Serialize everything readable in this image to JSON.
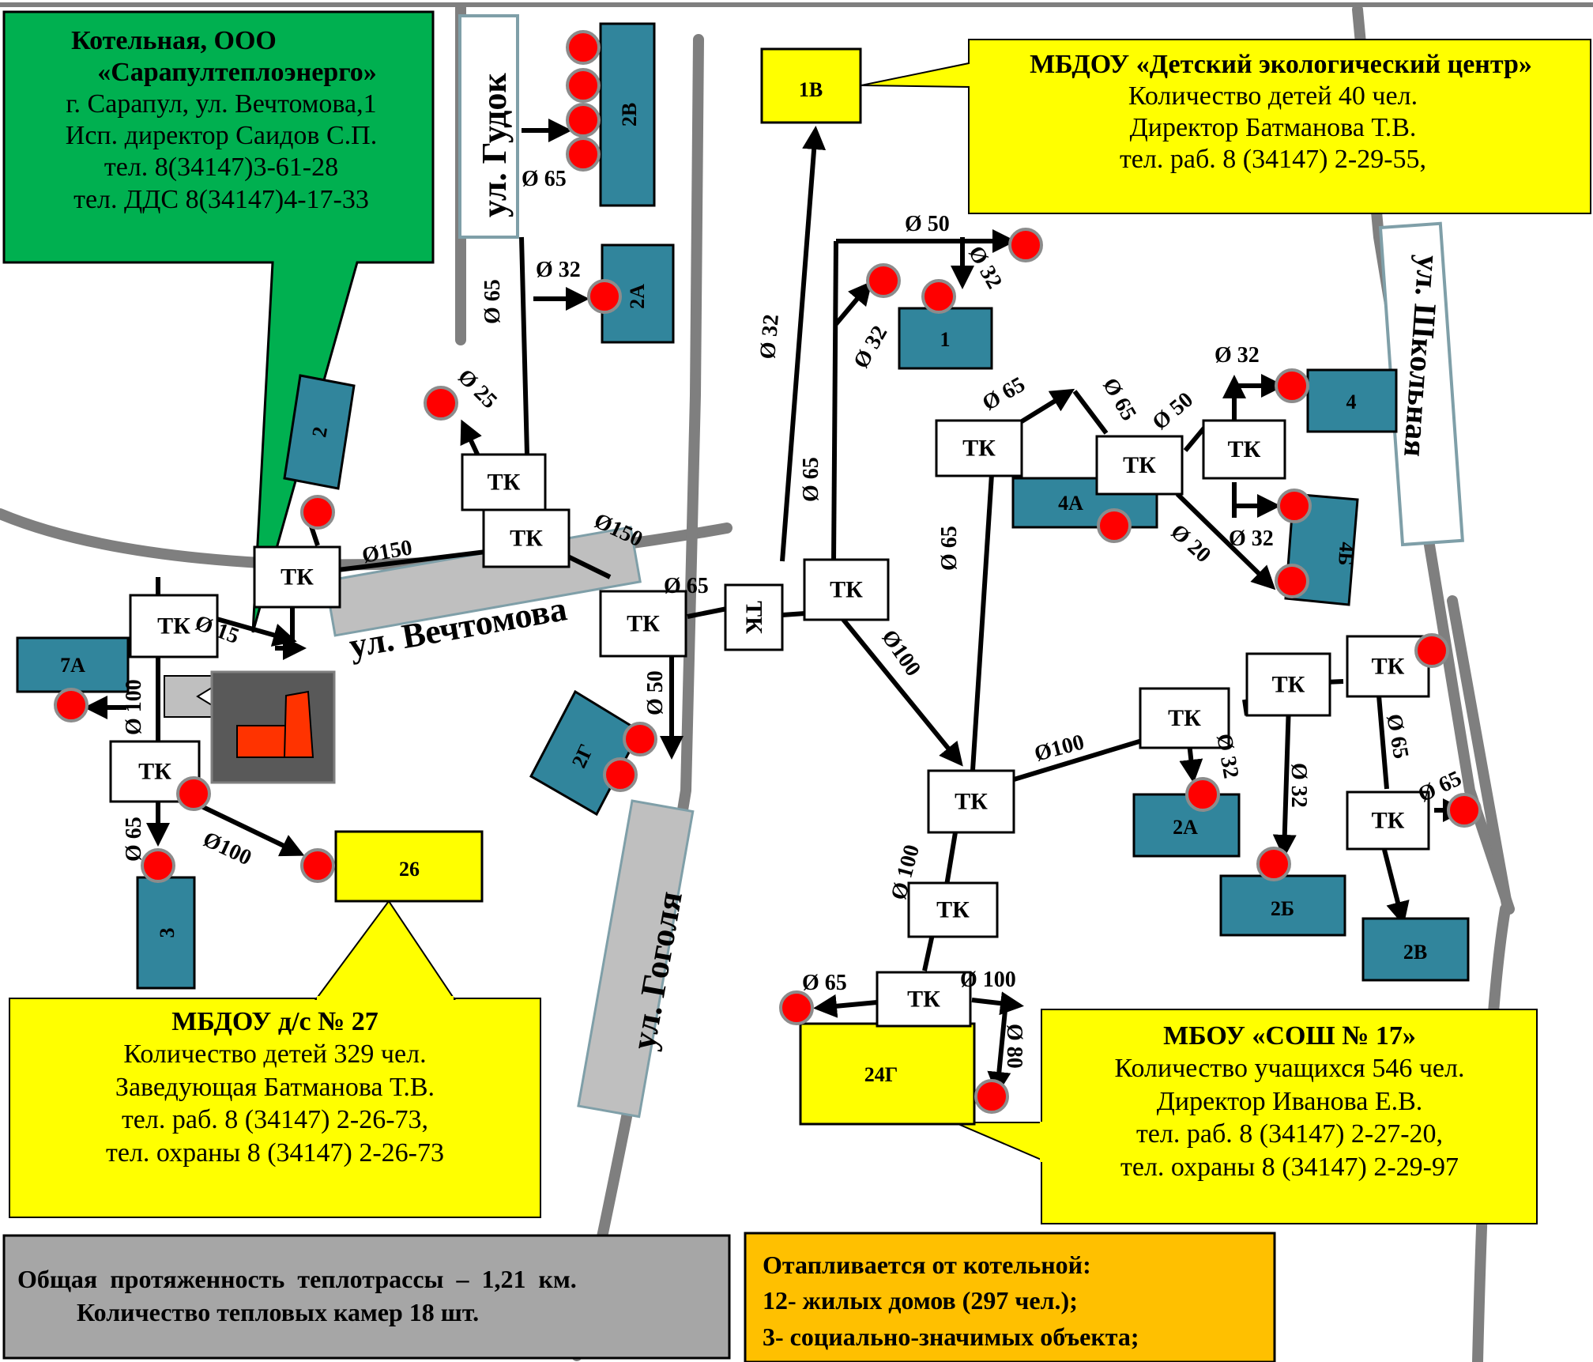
{
  "boiler": {
    "lines": [
      "Котельная, ООО",
      "«Сарапултеплоэнерго»",
      "г. Сарапул, ул. Вечтомова,1",
      "Исп. директор Саидов С.П.",
      "тел. 8(34147)3-61-28",
      "тел. ДДС 8(34147)4-17-33"
    ]
  },
  "kindergarten_eco": {
    "title": "МБДОУ «Детский экологический центр»",
    "lines": [
      "Количество детей 40 чел.",
      "Директор Батманова Т.В.",
      "тел. раб. 8 (34147) 2-29-55,"
    ]
  },
  "kindergarten_27": {
    "title": "МБДОУ д/с № 27",
    "lines": [
      "Количество детей 329 чел.",
      "Заведующая Батманова Т.В.",
      "тел. раб. 8 (34147) 2-26-73,",
      "тел. охраны 8 (34147) 2-26-73"
    ]
  },
  "school_17": {
    "title": "МБОУ «СОШ № 17»",
    "lines": [
      "Количество учащихся 546 чел.",
      "Директор Иванова Е.В.",
      "тел. раб. 8 (34147) 2-27-20,",
      "тел. охраны  8 (34147) 2-29-97"
    ]
  },
  "summary_gray": {
    "lines": [
      "Общая  протяженность  теплотрассы  –  1,21  км.",
      "Количество тепловых камер 18 шт."
    ]
  },
  "summary_orange": {
    "lines": [
      "Отапливается от котельной:",
      "12- жилых домов (297 чел.);",
      "3- социально-значимых объекта;"
    ]
  },
  "streets": {
    "gudok": "ул. Гудок",
    "vechtomova": "ул. Вечтомова",
    "gogolya": "ул. Гоголя",
    "shkolnaya": "ул. Школьная"
  },
  "chamber_label": "ТК",
  "buildings": {
    "b2": "2",
    "b2v_top": "2В",
    "b2a_top": "2А",
    "b1": "1",
    "b1v": "1В",
    "b4": "4",
    "b4a": "4А",
    "b4b": "4Б",
    "b7a": "7А",
    "b2g": "2Г",
    "b26": "26",
    "b3": "3",
    "b2a": "2А",
    "b2b": "2Б",
    "b2v": "2В",
    "b24g": "24Г"
  },
  "pipes": {
    "p1": "Ø 65",
    "p2": "Ø 32",
    "p3": "Ø 65",
    "p4": "Ø 25",
    "p5": "Ø150",
    "p6": "Ø150",
    "p7": "Ø 15",
    "p8": "Ø 100",
    "p9": "Ø 65",
    "p10": "Ø100",
    "p11": "Ø 50",
    "p12": "Ø 65",
    "p13": "Ø 32",
    "p14": "Ø 65",
    "p15": "Ø 32",
    "p16": "Ø 50",
    "p17": "Ø 32",
    "p18": "Ø 65",
    "p19": "Ø 65",
    "p20": "Ø 65",
    "p21": "Ø 50",
    "p22": "Ø 32",
    "p23": "Ø 32",
    "p24": "Ø 20",
    "p25": "Ø100",
    "p26": "Ø100",
    "p27": "Ø 32",
    "p28": "Ø 32",
    "p29": "Ø 65",
    "p30": "Ø 65",
    "p31": "Ø 100",
    "p32": "Ø 65",
    "p33": "Ø 100",
    "p34": "Ø 80"
  },
  "colors": {
    "boiler_green": "#00b050",
    "callout_yellow": "#ffff00",
    "building_teal": "#31859c",
    "street_gray": "#bfbfbf",
    "road_gray": "#7f7f7f",
    "summary_gray": "#a6a6a6",
    "summary_orange": "#ffc000",
    "consumer_red": "#ff0000",
    "furnace_red": "#ff3300"
  }
}
